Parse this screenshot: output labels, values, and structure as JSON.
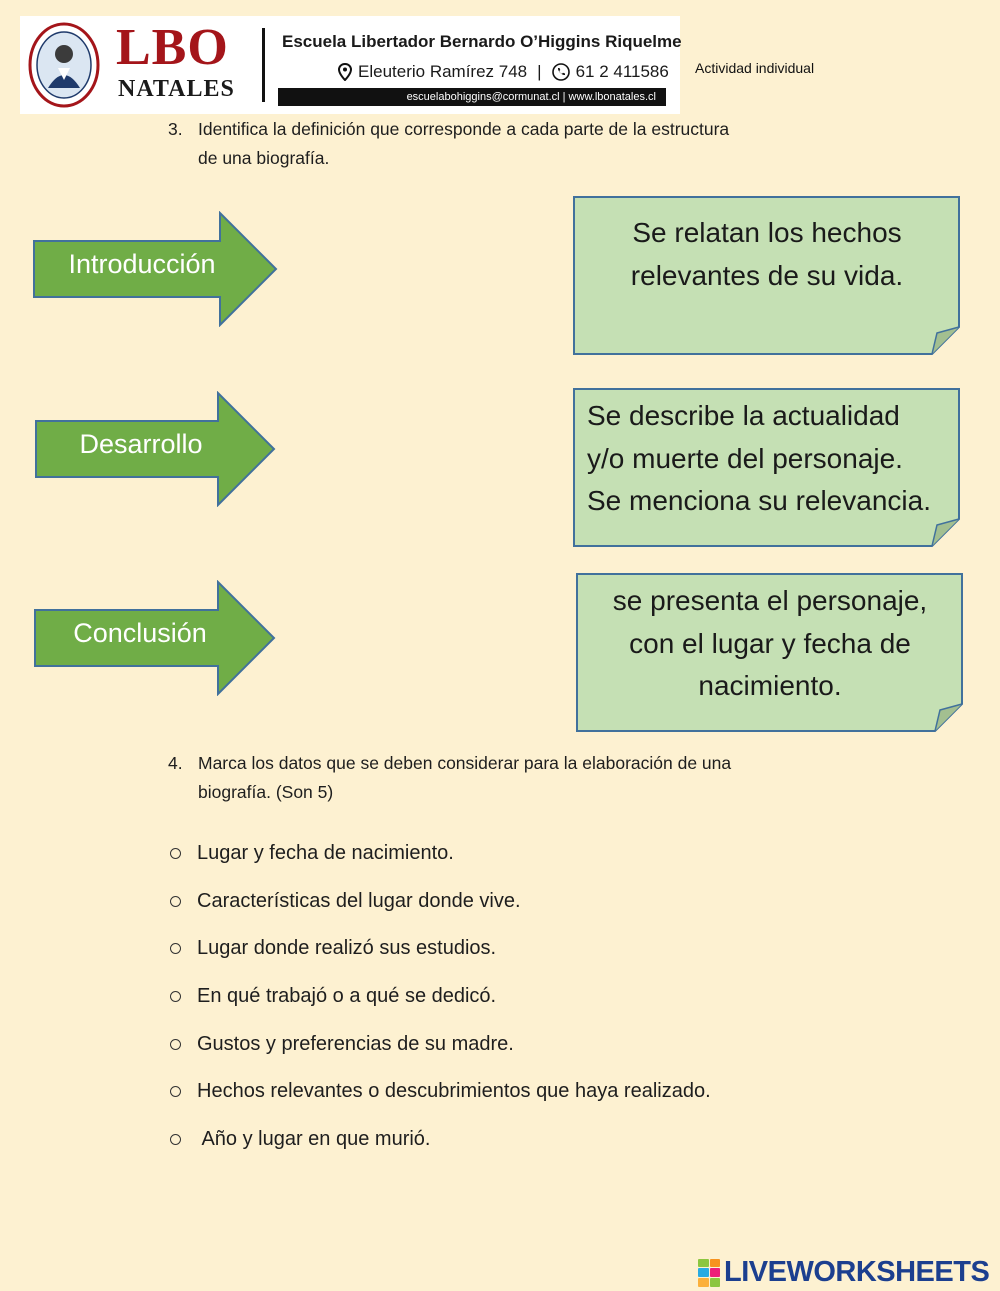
{
  "header": {
    "brand_top": "LBO",
    "brand_bottom": "NATALES",
    "school_name": "Escuela Libertador Bernardo O’Higgins Riquelme",
    "address": "Eleuterio Ramírez 748",
    "phone": "61 2 411586",
    "web": "escuelabohiggins@cormunat.cl | www.lbonatales.cl",
    "activity": "Actividad individual",
    "seal_icon": "school-seal-icon"
  },
  "q3": {
    "number": "3.",
    "line1": "Identifica la definición que corresponde a cada parte de la estructura",
    "line2": "de una biografía."
  },
  "arrows": [
    {
      "label": "Introducción"
    },
    {
      "label": "Desarrollo"
    },
    {
      "label": "Conclusión"
    }
  ],
  "notes": [
    {
      "lines": [
        "Se relatan los hechos",
        "relevantes de su vida."
      ]
    },
    {
      "lines": [
        "Se describe la actualidad",
        "y/o muerte del personaje.",
        "Se menciona su relevancia."
      ]
    },
    {
      "lines": [
        "se presenta el personaje,",
        "con el lugar y fecha de",
        "nacimiento."
      ]
    }
  ],
  "q4": {
    "number": "4.",
    "line1": "Marca los datos que se deben considerar para la elaboración de una",
    "line2": "biografía. (Son 5)"
  },
  "options": [
    "Lugar y fecha de nacimiento.",
    "Características del lugar donde vive.",
    "Lugar donde realizó sus estudios.",
    "En qué trabajó o a qué se dedicó.",
    "Gustos y preferencias de su madre.",
    "Hechos relevantes o descubrimientos que haya realizado.",
    " Año y lugar en que murió."
  ],
  "footer": {
    "brand": "LIVEWORKSHEETS"
  },
  "colors": {
    "background": "#fdf1d1",
    "arrow_fill": "#70ad47",
    "arrow_stroke": "#41719c",
    "note_fill": "#c5e0b4",
    "note_stroke": "#41719c",
    "brand_red": "#a4151a",
    "footer_blue": "#1c3f8f"
  }
}
